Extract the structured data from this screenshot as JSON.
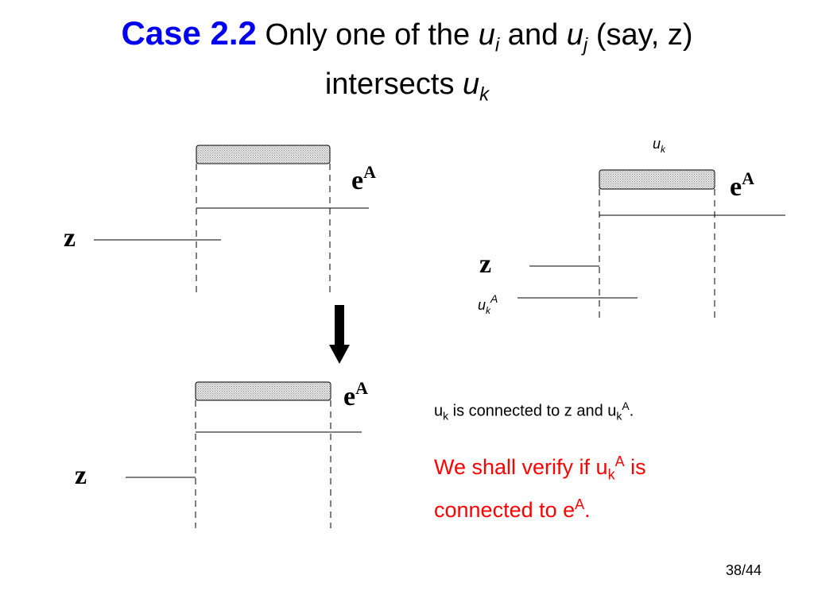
{
  "title": {
    "case": "Case 2.2",
    "line1_a": "Only one of the ",
    "u_i": "u",
    "sub_i": "i",
    "and": " and ",
    "u_j": "u",
    "sub_j": "j",
    "say": " (say, z)",
    "line2_a": "intersects ",
    "u_k": "u",
    "sub_k": "k"
  },
  "diagram": {
    "label_e": "e",
    "label_A": "A",
    "label_z": "z",
    "label_u": "u",
    "label_k": "k"
  },
  "note": {
    "u": "u",
    "k": "k",
    "text": " is connected to z and u",
    "k2": "k",
    "A": "A",
    "end": "."
  },
  "verify": {
    "text1": "We shall verify if u",
    "k": "k",
    "A": "A",
    "text2": " is connected to e",
    "A2": "A",
    "end": "."
  },
  "footer": {
    "page": "38/44"
  },
  "colors": {
    "title_accent": "#0000ee",
    "verify_text": "#ff0000",
    "bar_fill": "#d9d9d9"
  }
}
